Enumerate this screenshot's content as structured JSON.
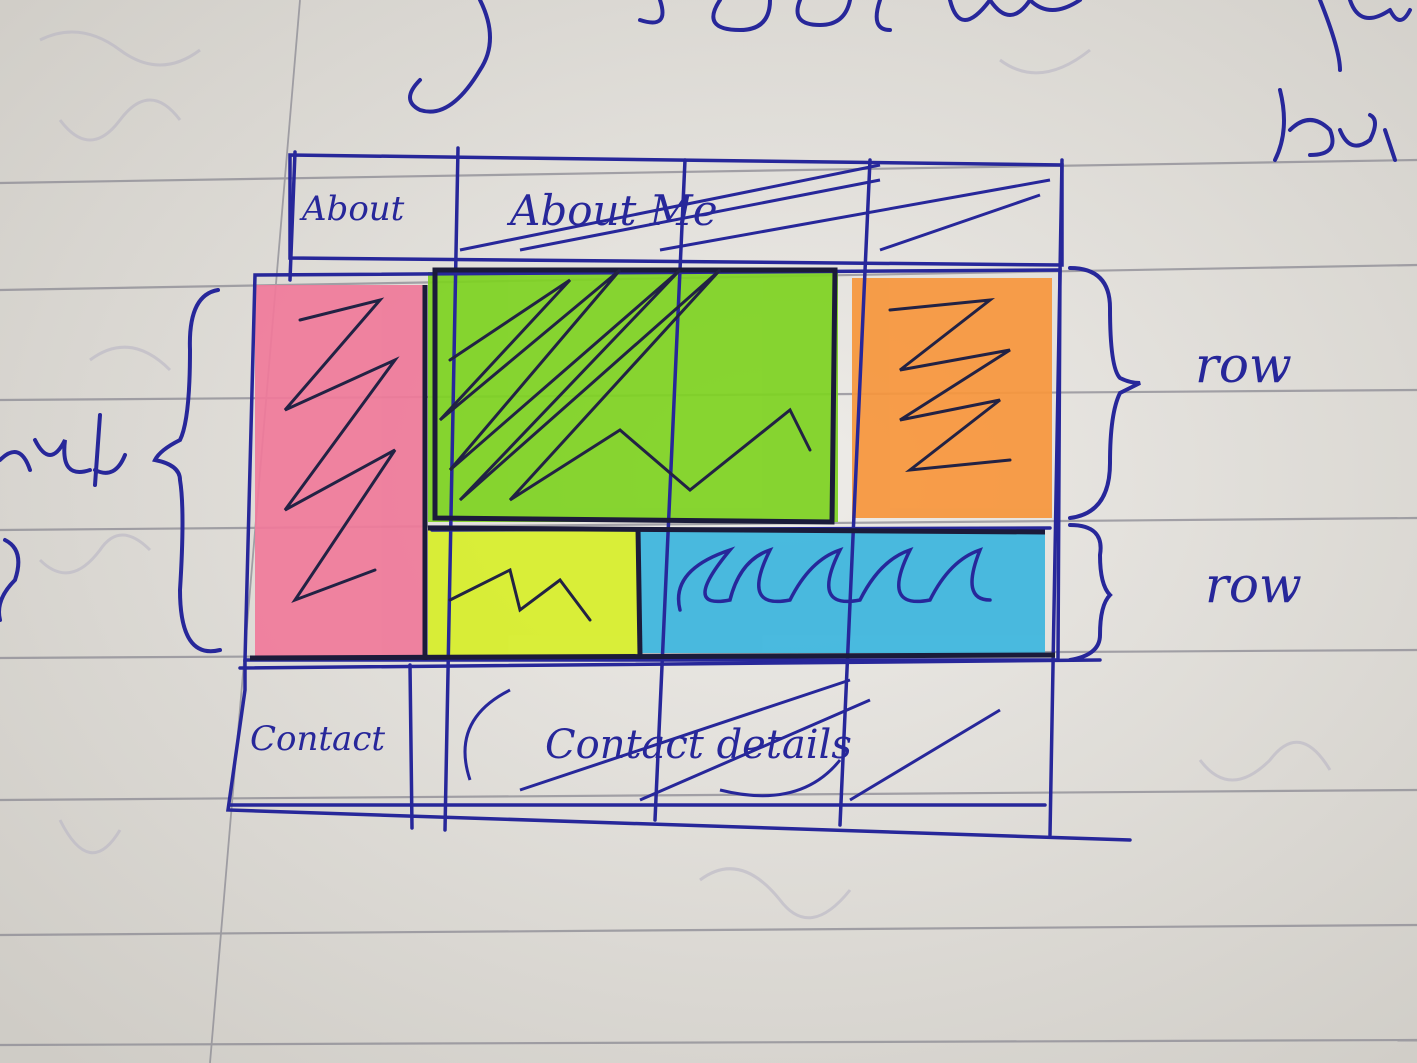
{
  "photo": {
    "subject": "hand-drawn grid layout sketch on ruled notebook paper",
    "ink_color": "#27279a",
    "paper_color": "#e6e4df"
  },
  "sketch": {
    "header": {
      "left_label": "About",
      "right_label": "About Me"
    },
    "footer": {
      "left_label": "Contact",
      "right_label": "Contact details"
    },
    "side_notes": {
      "row_top": "row",
      "row_bottom": "row"
    },
    "blocks": [
      {
        "name": "pink-column",
        "color": "#f07a9a"
      },
      {
        "name": "green-block",
        "color": "#7ed321"
      },
      {
        "name": "orange-block",
        "color": "#f7963c"
      },
      {
        "name": "yellow-block",
        "color": "#d8ef2a"
      },
      {
        "name": "blue-block",
        "color": "#3cb6de"
      }
    ]
  }
}
